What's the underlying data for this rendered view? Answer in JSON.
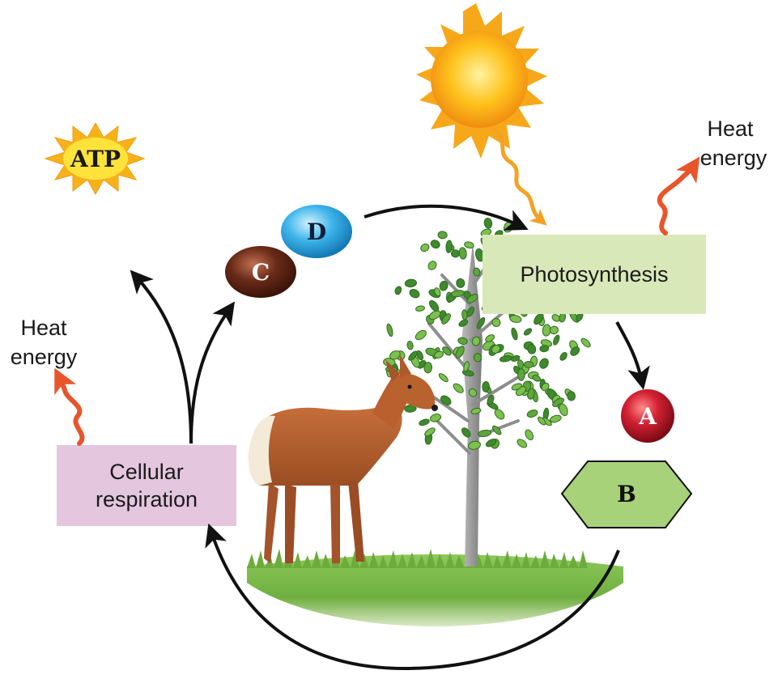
{
  "processes": {
    "photosynthesis": "Photosynthesis",
    "respiration_line1": "Cellular",
    "respiration_line2": "respiration"
  },
  "heat_labels": {
    "right_line1": "Heat",
    "right_line2": "energy",
    "left_line1": "Heat",
    "left_line2": "energy"
  },
  "tokens": {
    "atp": "ATP",
    "a": "A",
    "b": "B",
    "c": "C",
    "d": "D"
  },
  "colors": {
    "photosynthesis_box": "#d9e8b8",
    "respiration_box": "#e4c6df",
    "token_a": "#c8202e",
    "token_b": "#a8d27a",
    "token_c": "#6a2a18",
    "token_d": "#2fa8df",
    "heat_arrow": "#e8552a",
    "sun": "#f7b21a",
    "grass": "#7cbf4a",
    "cycle_arrow": "#111111"
  }
}
